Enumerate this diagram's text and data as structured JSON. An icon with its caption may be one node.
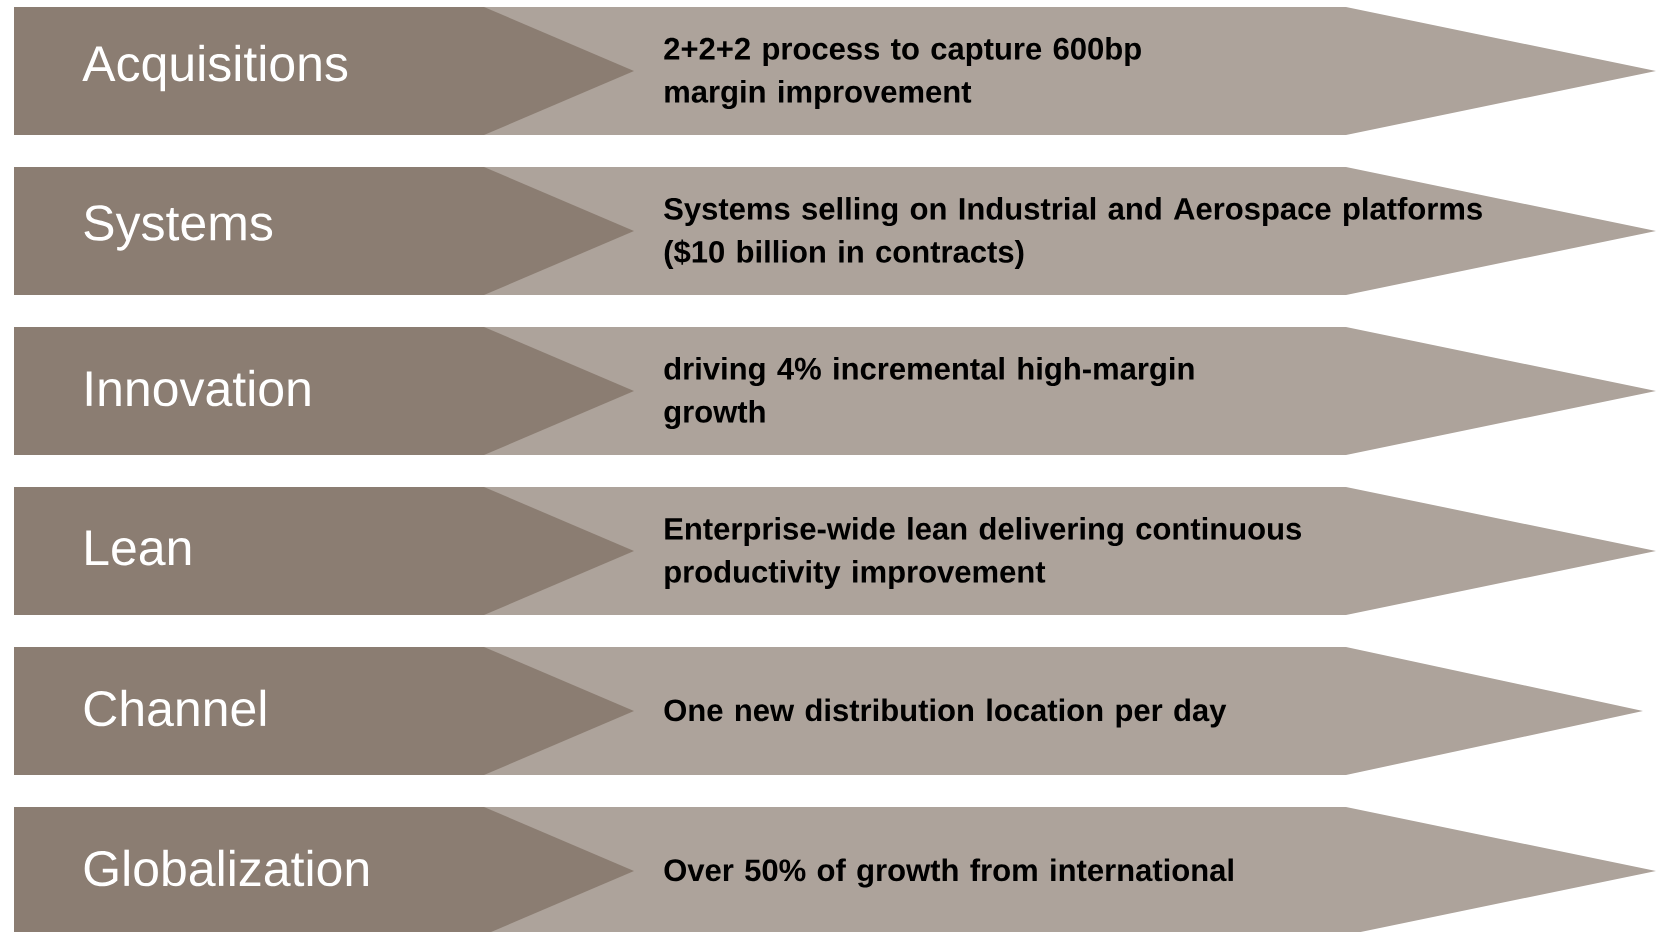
{
  "diagram": {
    "nodes": [
      {
        "text": [
          "Acquisitions"
        ]
      },
      {
        "text": [
          "2+2+2 process to capture 600bp margin improvement"
        ]
      },
      {
        "text": [
          "Systems"
        ]
      },
      {
        "text": [
          "Systems selling on Industrial and Aerospace platforms ($10 billion in contracts)"
        ]
      },
      {
        "text": [
          "Innovation"
        ]
      },
      {
        "text": [
          "driving 4% incremental high-margin growth"
        ]
      },
      {
        "text": [
          "Lean"
        ]
      },
      {
        "text": [
          "Enterprise-wide lean delivering continuous productivity improvement"
        ]
      },
      {
        "text": [
          "Channel"
        ]
      },
      {
        "text": [
          "One new distribution location per day"
        ]
      },
      {
        "text": [
          "Globalization"
        ]
      },
      {
        "text": [
          "Over 50% of growth from international"
        ]
      }
    ]
  }
}
